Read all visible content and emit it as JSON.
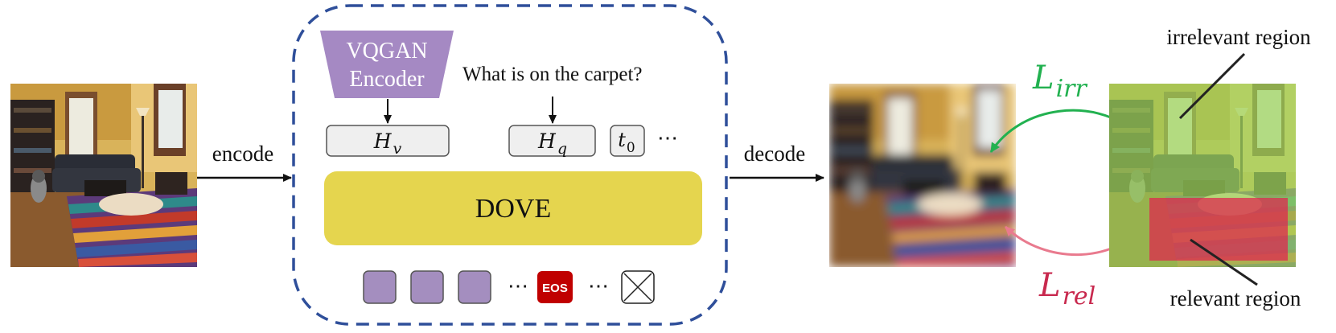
{
  "encoder": {
    "line1": "VQGAN",
    "line2": "Encoder"
  },
  "question": "What is on the carpet?",
  "tokens": {
    "hv_main": "H",
    "hv_sub": "v",
    "hq_main": "H",
    "hq_sub": "q",
    "t_main": "t",
    "t_sub": "0",
    "ellipsis": "⋯"
  },
  "model": {
    "name": "DOVE"
  },
  "outputs": {
    "eos": "EOS",
    "ellipsis": "⋯"
  },
  "arrows": {
    "encode": "encode",
    "decode": "decode"
  },
  "losses": {
    "irr_main": "L",
    "irr_sub": "irr",
    "rel_main": "L",
    "rel_sub": "rel"
  },
  "regions": {
    "irrelevant": "irrelevant region",
    "relevant": "relevant region"
  },
  "colors": {
    "dashed_border": "#2F4F9A",
    "encoder_fill": "#A589C3",
    "dove_fill": "#E5D54E",
    "token_fill": "#A48EBF",
    "eos_fill": "#C00000",
    "irr_color": "#22B150",
    "rel_color": "#C8294E",
    "irr_overlay": "#9CD45C",
    "rel_overlay": "#E0234E"
  }
}
